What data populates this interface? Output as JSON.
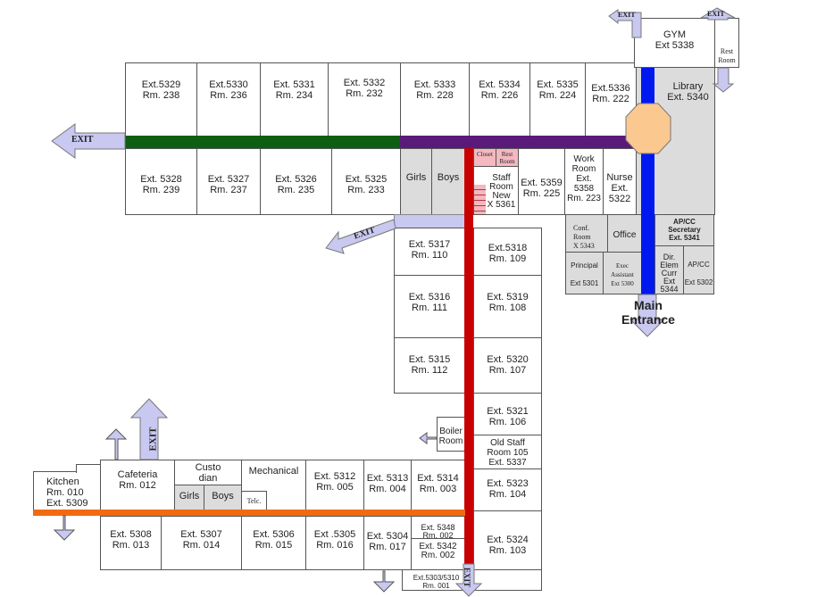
{
  "colors": {
    "green": "#0b5e12",
    "purple": "#5a1a7a",
    "red": "#c80000",
    "blue": "#0018f0",
    "orange": "#f26a10",
    "arrow": "#c8c8f0",
    "octagon": "#fbc890",
    "gray": "#dcdcdc",
    "pink": "#f4b8c0"
  },
  "exit_label": "EXIT",
  "main_entrance": "Main\nEntrance",
  "rooms": {
    "r238": "Ext.5329\nRm. 238",
    "r236": "Ext.5330\nRm. 236",
    "r234": "Ext. 5331\nRm. 234",
    "r232": "Ext. 5332\nRm. 232",
    "r228": "Ext. 5333\nRm. 228",
    "r226": "Ext. 5334\nRm. 226",
    "r224": "Ext. 5335\nRm. 224",
    "r222": "Ext.5336\nRm. 222",
    "library": "Library\nExt. 5340",
    "gym": "GYM\nExt 5338",
    "gym_rest": "Rest\nRoom",
    "r239": "Ext. 5328\nRm. 239",
    "r237": "Ext. 5327\nRm. 237",
    "r235": "Ext. 5326\nRm. 235",
    "r233": "Ext. 5325\nRm. 233",
    "girls2": "Girls",
    "boys2": "Boys",
    "closet": "Closet",
    "rest2": "Rest\nRoom",
    "staff": "Staff\nRoom\nNew\nX 5361",
    "r225": "Ext. 5359\nRm. 225",
    "r223": "Work\nRoom\nExt. 5358\nRm. 223",
    "nurse": "Nurse\nExt.\n5322",
    "conf": "Conf.\nRoom\nX 5343",
    "office": "Office",
    "apcc_sec": "AP/CC\nSecretary\nExt. 5341",
    "principal": "Principal\n\nExt 5301",
    "exec": "Exec\nAssistant\nExt 5300",
    "dir": "Dir.\nElem\nCurr\nExt\n5344",
    "apcc": "AP/CC\n\nExt 5302",
    "r110": "Ext. 5317\nRm. 110",
    "r111": "Ext. 5316\nRm. 111",
    "r112": "Ext. 5315\nRm. 112",
    "r109": "Ext.5318\nRm. 109",
    "r108": "Ext. 5319\nRm. 108",
    "r107": "Ext. 5320\nRm. 107",
    "r106": "Ext. 5321\nRm. 106",
    "r105": "Old Staff\nRoom 105\nExt. 5337",
    "r104": "Ext. 5323\nRm. 104",
    "r103": "Ext. 5324\nRm. 103",
    "boiler": "Boiler\nRoom",
    "kitchen": "Kitchen\nRm. 010\nExt. 5309",
    "cafeteria": "Cafeteria\nRm. 012",
    "custodian": "Custo\ndian",
    "girls0": "Girls",
    "boys0": "Boys",
    "mechanical": "Mechanical",
    "telc": "Telc.",
    "r005": "Ext. 5312\nRm. 005",
    "r004": "Ext. 5313\nRm. 004",
    "r003": "Ext. 5314\nRm. 003",
    "r013": "Ext. 5308\nRm. 013",
    "r014": "Ext. 5307\nRm. 014",
    "r015": "Ext. 5306\nRm. 015",
    "r016": "Ext .5305\nRm. 016",
    "r017": "Ext. 5304\nRm. 017",
    "r002a": "Ext. 5348\nRm. 002",
    "r002b": "Ext. 5342\nRm. 002",
    "r001": "Ext.5303/5310\nRm. 001"
  }
}
